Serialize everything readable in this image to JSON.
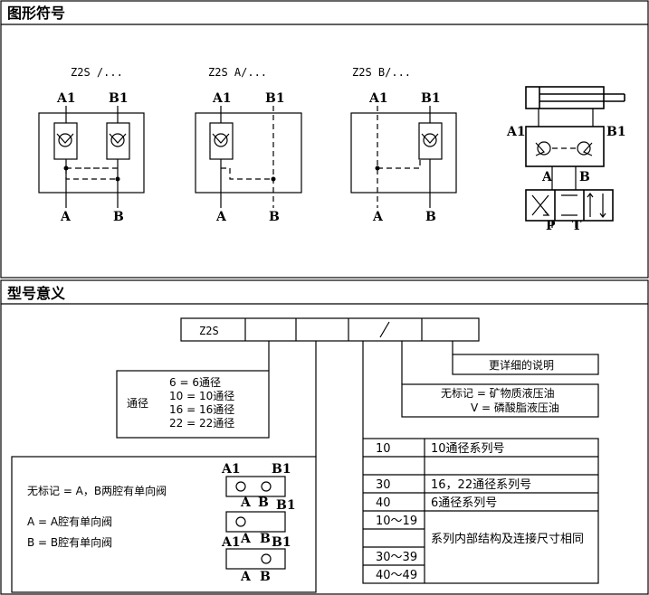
{
  "sections": {
    "symbols_title": "图形符号",
    "model_title": "型号意义"
  },
  "symbols": {
    "z2s_default": "Z2S  /...",
    "z2s_a": "Z2S  A/...",
    "z2s_b": "Z2S  B/...",
    "port_a1": "A1",
    "port_b1": "B1",
    "port_a": "A",
    "port_b": "B",
    "port_p": "P",
    "port_t": "T"
  },
  "model": {
    "code": "Z2S",
    "slash": "/",
    "details": "更详细的说明",
    "fluid_none": "无标记 = 矿物质液压油",
    "fluid_v": "V = 磷酸脂液压油",
    "size_label": "通径",
    "size_6": "6 = 6通径",
    "size_10": "10 = 10通径",
    "size_16": "16 = 16通径",
    "size_22": "22 = 22通径",
    "check_none": "无标记 = A，B两腔有单向阀",
    "check_a": "A = A腔有单向阀",
    "check_b": "B = B腔有单向阀"
  },
  "series_table": [
    [
      "10",
      "10通径系列号"
    ],
    [
      "",
      ""
    ],
    [
      "30",
      "16，22通径系列号"
    ],
    [
      "40",
      "6通径系列号"
    ],
    [
      "10～19",
      ""
    ],
    [
      "",
      "系列内部结构及连接尺寸相同"
    ],
    [
      "30～39",
      ""
    ],
    [
      "40～49",
      ""
    ]
  ]
}
